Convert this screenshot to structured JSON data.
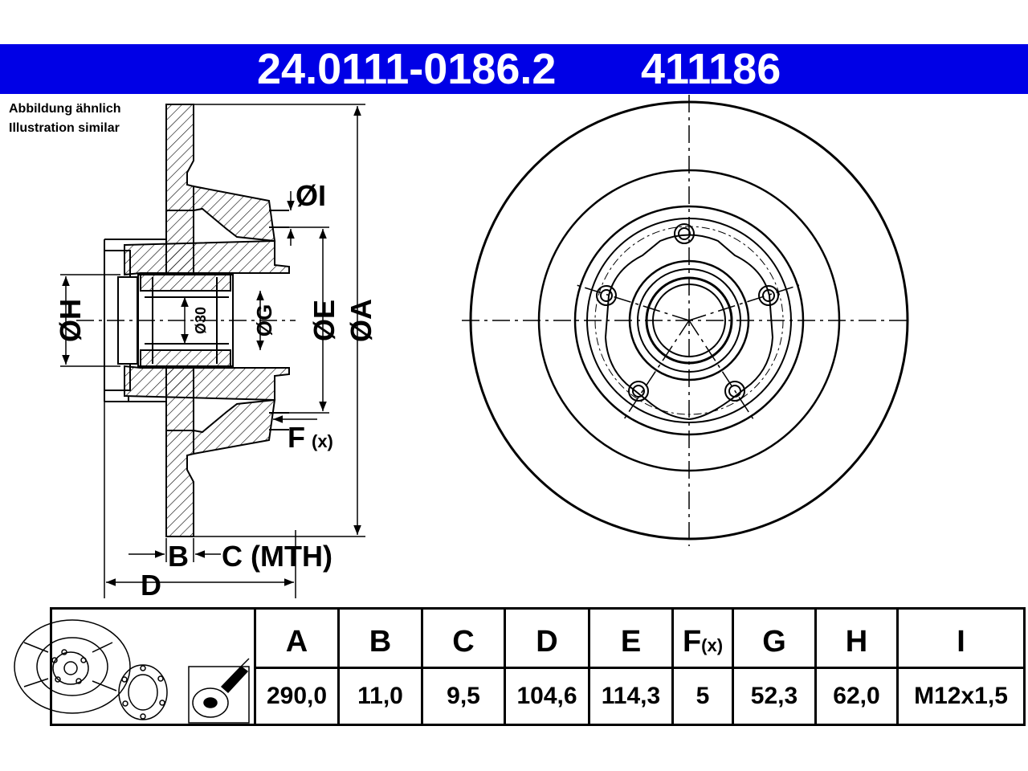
{
  "header": {
    "part_number": "24.0111-0186.2",
    "code": "411186"
  },
  "note": {
    "de": "Abbildung ähnlich",
    "en": "Illustration similar"
  },
  "labels": {
    "dia_i": "ØI",
    "dia_h": "ØH",
    "dia_30": "Ø30",
    "dia_g": "ØG",
    "dia_e": "ØE",
    "dia_a": "ØA",
    "f": "F",
    "f_sub": "(x)",
    "b": "B",
    "c_mth": "C (MTH)",
    "d": "D"
  },
  "table": {
    "columns": [
      {
        "key": "A",
        "value": "290,0"
      },
      {
        "key": "B",
        "value": "11,0"
      },
      {
        "key": "C",
        "value": "9,5"
      },
      {
        "key": "D",
        "value": "104,6"
      },
      {
        "key": "E",
        "value": "114,3"
      },
      {
        "key": "F",
        "sub": "(x)",
        "value": "5"
      },
      {
        "key": "G",
        "value": "52,3"
      },
      {
        "key": "H",
        "value": "62,0"
      },
      {
        "key": "I",
        "value": "M12x1,5"
      }
    ]
  },
  "colors": {
    "header_bg": "#0000e6",
    "header_text": "#ffffff",
    "line": "#000000"
  }
}
